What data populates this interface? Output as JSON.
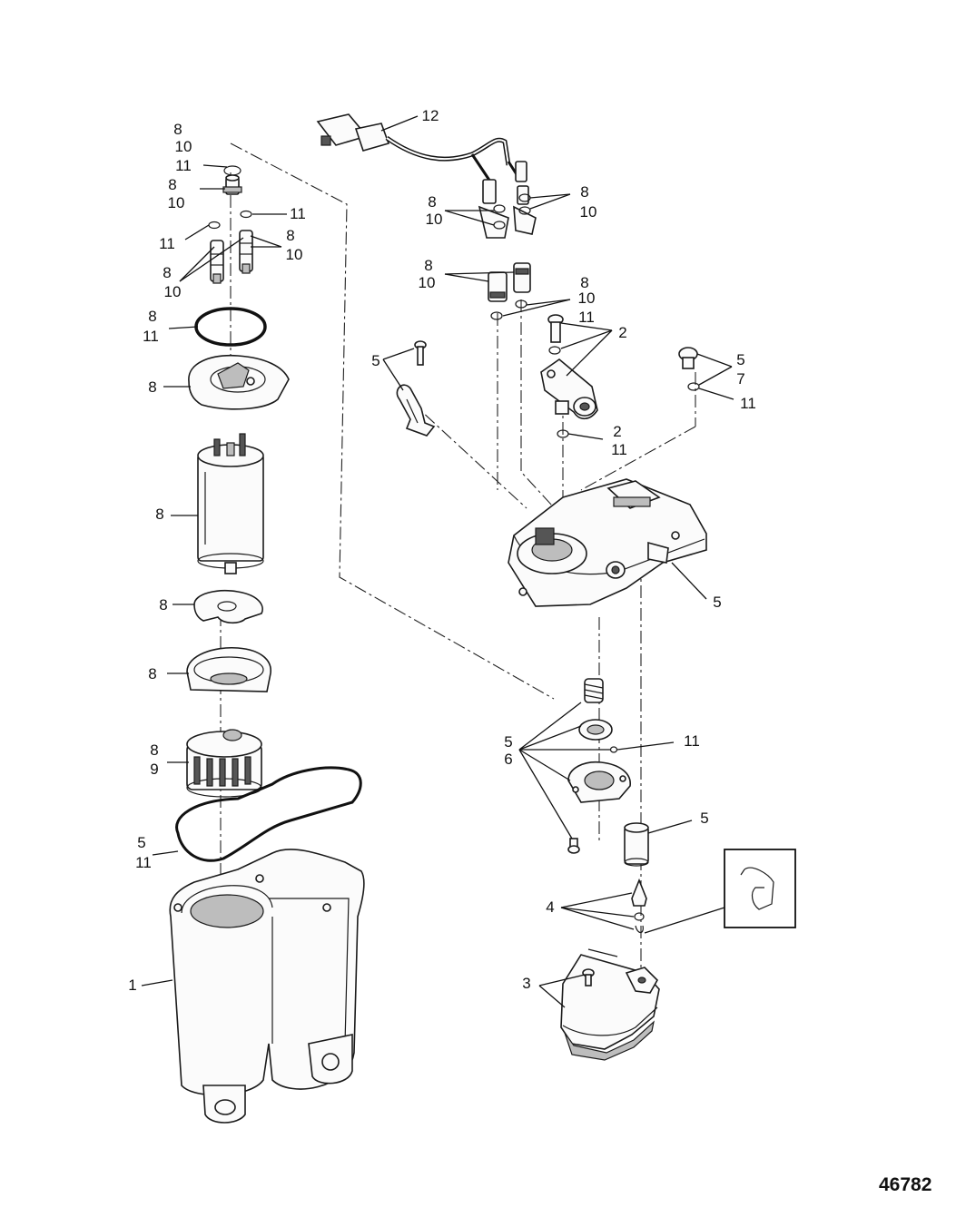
{
  "figure": {
    "number": "46782"
  },
  "callouts": {
    "l_8a": "8",
    "l_10a": "10",
    "l_11a": "11",
    "l_8b": "8",
    "l_10b": "10",
    "l_11c": "11",
    "l_11d": "11",
    "l_8e": "8",
    "l_10e": "10",
    "l_8f": "8",
    "l_10f": "10",
    "l_8g": "8",
    "l_11g": "11",
    "l_8h": "8",
    "l_8i": "8",
    "l_8j": "8",
    "l_8k": "8",
    "l_8m": "8",
    "l_9m": "9",
    "l_5n": "5",
    "l_11n": "11",
    "l_1": "1",
    "r_12": "12",
    "r_8a": "8",
    "r_10a": "10",
    "r_8b": "8",
    "r_10b": "10",
    "r_8c": "8",
    "r_10c": "10",
    "r_8d": "8",
    "r_10d": "10",
    "r_11d": "11",
    "r_2a": "2",
    "r_5a": "5",
    "r_5b": "5",
    "r_7b": "7",
    "r_11b": "11",
    "r_2c": "2",
    "r_11c": "11",
    "r_5c": "5",
    "r_5d": "5",
    "r_6d": "6",
    "r_11e": "11",
    "r_5f": "5",
    "r_4": "4",
    "r_3": "3"
  }
}
